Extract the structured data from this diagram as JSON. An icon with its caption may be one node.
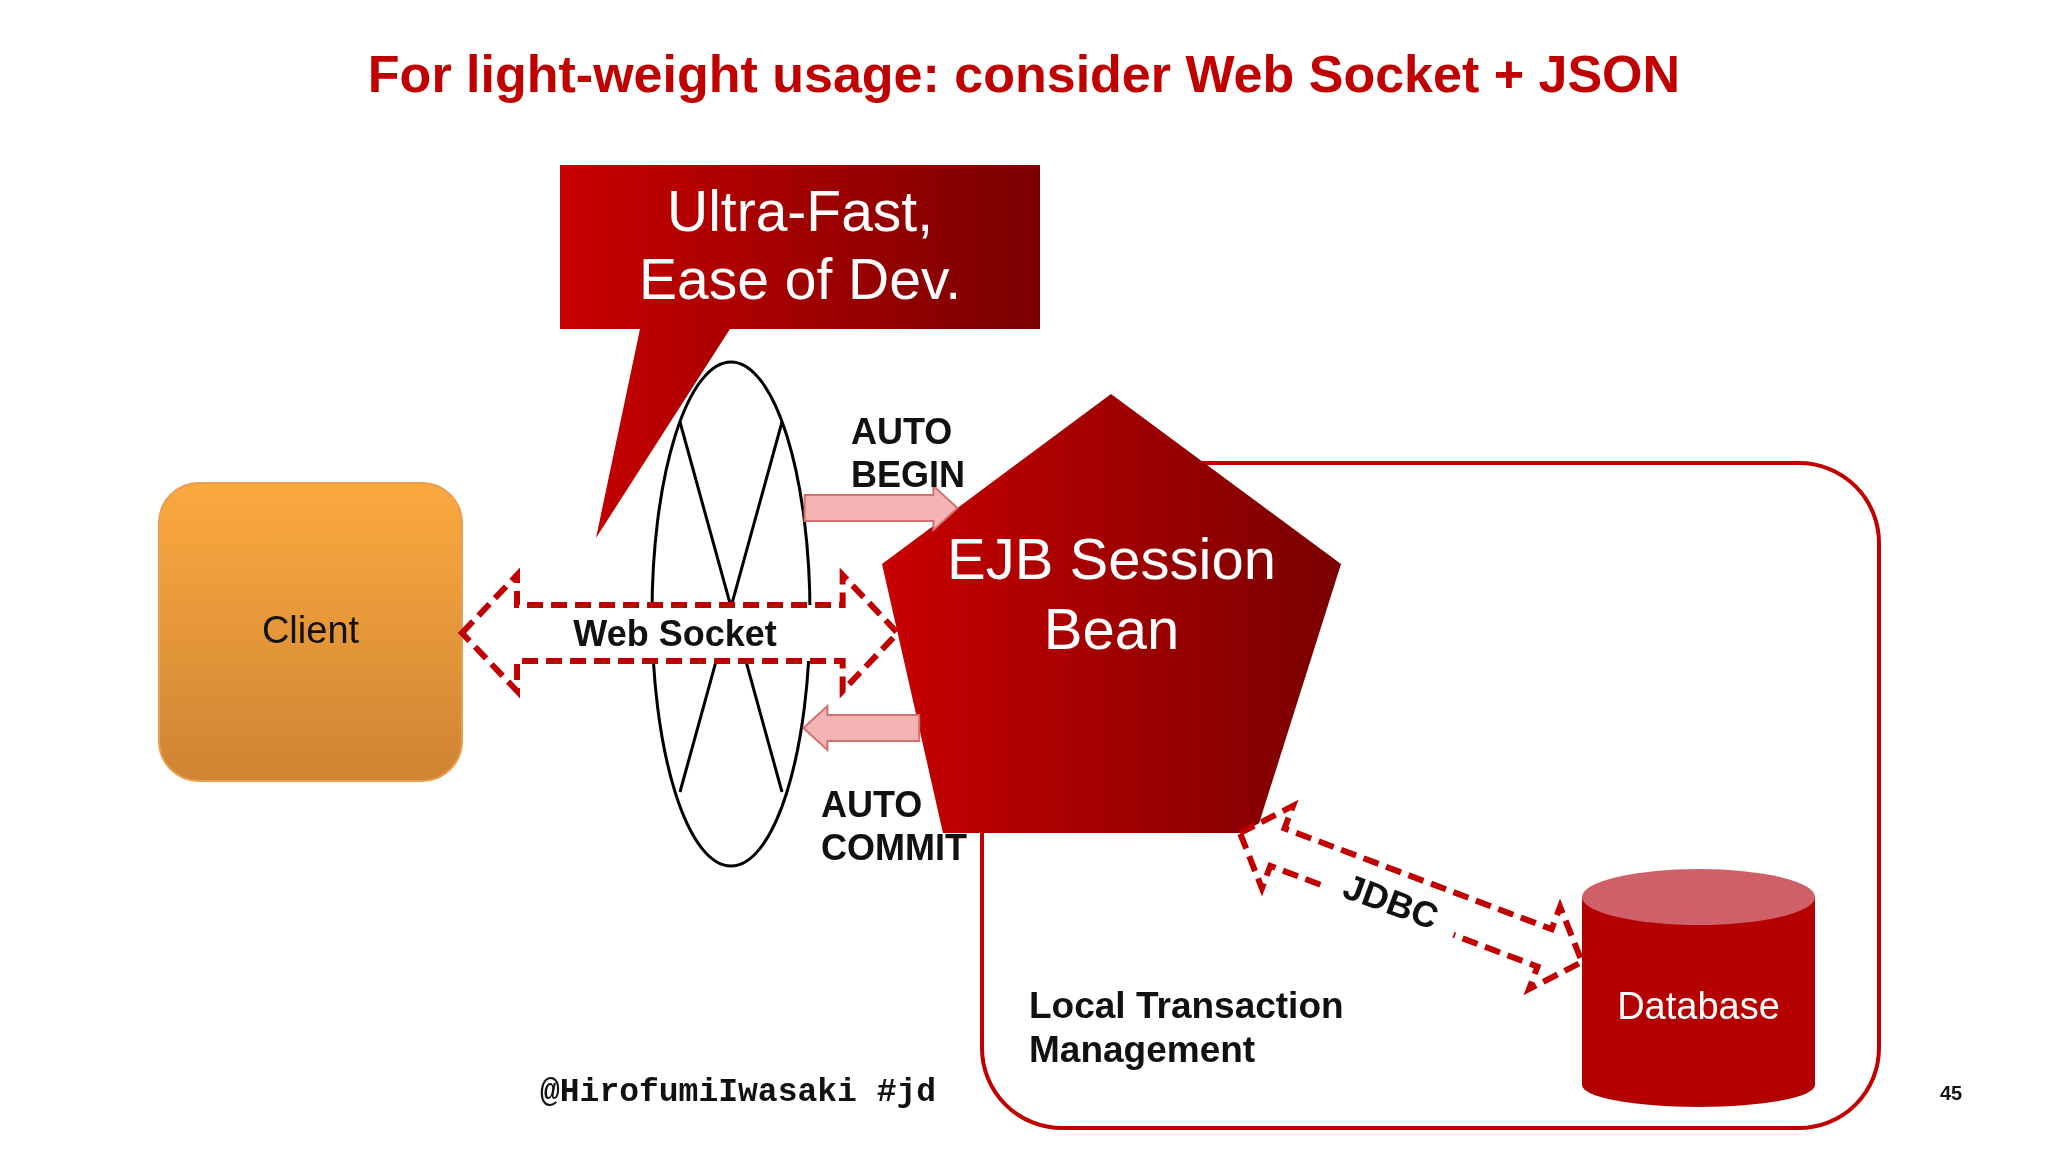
{
  "diagram": {
    "title": "For light-weight usage: consider Web Socket + JSON",
    "nodes": [
      {
        "text": [
          "Ultra-Fast, Ease of Dev."
        ]
      },
      {
        "text": [
          "Client"
        ]
      },
      {
        "text": [],
        "shape": "ellipse"
      },
      {
        "text": [
          "Local Transaction Management"
        ]
      },
      {
        "text": [
          "EJB Session Bean"
        ]
      },
      {
        "text": [
          "Database"
        ],
        "in": 3
      }
    ],
    "edges": [
      {
        "from": 1,
        "to": 4,
        "arrow": "both",
        "label": "Web Socket",
        "style": "dashed",
        "color": "#c00000"
      },
      {
        "from": 2,
        "to": 4,
        "arrow": "to",
        "label": "AUTO BEGIN",
        "color": "#f4b4b4"
      },
      {
        "from": 4,
        "to": 2,
        "arrow": "to",
        "label": "AUTO COMMIT",
        "color": "#f4b4b4"
      },
      {
        "from": 4,
        "to": 5,
        "arrow": "both",
        "label": "JDBC",
        "style": "dashed",
        "color": "#c00000"
      }
    ],
    "labels": [
      "@HirofumiIwasaki #jd",
      "45"
    ]
  }
}
